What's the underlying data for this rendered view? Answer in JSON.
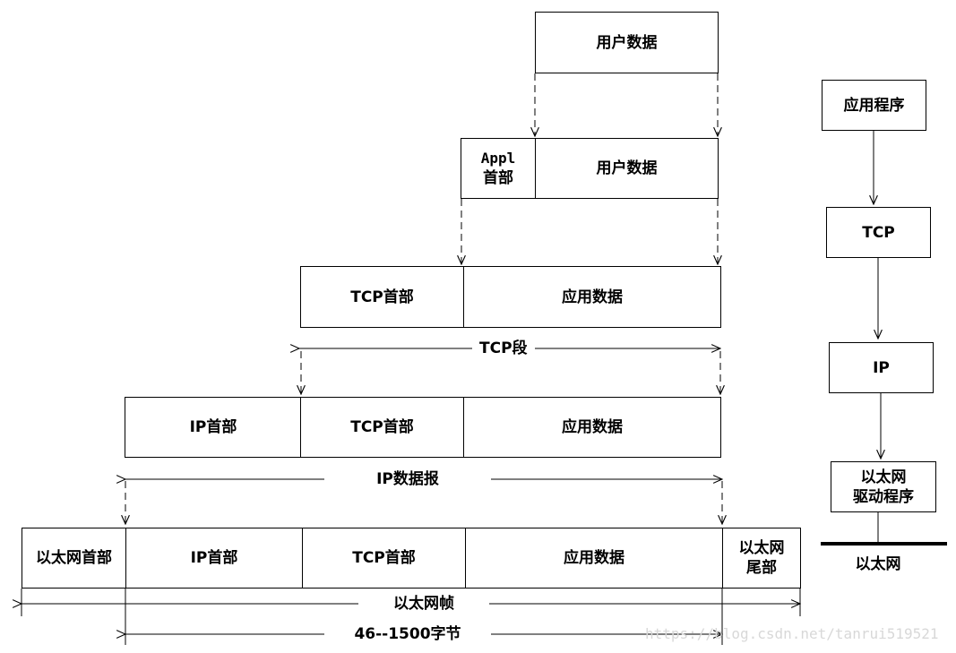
{
  "layers": {
    "user_data": {
      "user_data": "用户数据"
    },
    "app_layer": {
      "appl_header": [
        "Appl",
        "首部"
      ],
      "user_data": "用户数据"
    },
    "tcp_layer": {
      "tcp_header": "TCP首部",
      "app_data": "应用数据",
      "span_label": "TCP段"
    },
    "ip_layer": {
      "ip_header": "IP首部",
      "tcp_header": "TCP首部",
      "app_data": "应用数据",
      "span_label": "IP数据报"
    },
    "ethernet_layer": {
      "eth_header": "以太网首部",
      "ip_header": "IP首部",
      "tcp_header": "TCP首部",
      "app_data": "应用数据",
      "eth_trailer": [
        "以太网",
        "尾部"
      ],
      "span_label": "以太网帧",
      "payload_label": "46--1500字节"
    }
  },
  "stack": {
    "application": "应用程序",
    "tcp": "TCP",
    "ip": "IP",
    "driver": [
      "以太网",
      "驱动程序"
    ],
    "network": "以太网"
  },
  "watermark": "https://blog.csdn.net/tanrui519521"
}
